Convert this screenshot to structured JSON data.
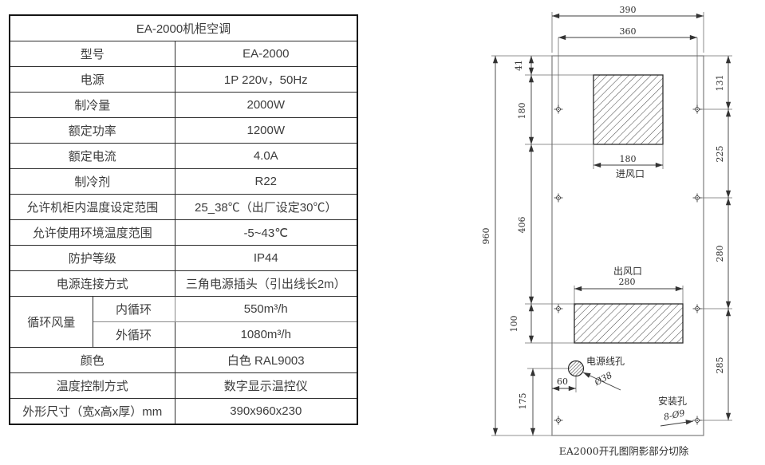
{
  "table": {
    "title": "EA-2000机柜空调",
    "specs": [
      {
        "label": "型号",
        "value": "EA-2000"
      },
      {
        "label": "电源",
        "value": "1P 220v，50Hz"
      },
      {
        "label": "制冷量",
        "value": "2000W"
      },
      {
        "label": "额定功率",
        "value": "1200W"
      },
      {
        "label": "额定电流",
        "value": "4.0A"
      },
      {
        "label": "制冷剂",
        "value": "R22"
      },
      {
        "label": "允许机柜内温度设定范围",
        "value": "25_38℃（出厂设定30℃）"
      },
      {
        "label": "允许使用环境温度范围",
        "value": "-5~43℃"
      },
      {
        "label": "防护等级",
        "value": "IP44"
      },
      {
        "label": "电源连接方式",
        "value": "三角电源插头（引出线长2m）"
      }
    ],
    "airflow": {
      "label": "循环风量",
      "inner": {
        "label": "内循环",
        "value": "550m³/h"
      },
      "outer": {
        "label": "外循环",
        "value": "1080m³/h"
      }
    },
    "specs2": [
      {
        "label": "颜色",
        "value": "白色 RAL9003"
      },
      {
        "label": "温度控制方式",
        "value": "数字显示温控仪"
      },
      {
        "label": "外形尺寸（宽x高x厚）mm",
        "value": "390x960x230"
      }
    ]
  },
  "drawing": {
    "dims": {
      "overall_width": "390",
      "hole_span": "360",
      "top_to_inlet": "41",
      "inlet_height": "180",
      "inlet_width": "180",
      "inlet_to_outlet": "406",
      "outlet_height": "100",
      "outlet_width": "280",
      "overall_height": "960",
      "right_top": "131",
      "right_mid1": "225",
      "right_mid2": "280",
      "right_bottom": "285",
      "power_offset_x": "60",
      "power_offset_y": "175"
    },
    "labels": {
      "inlet": "进风口",
      "outlet": "出风口",
      "power_hole": "电源线孔",
      "power_dia": "Ø38",
      "mount_hole": "安装孔",
      "mount_spec": "8-Ø9"
    },
    "caption": "EA2000开孔图阴影部分切除"
  }
}
